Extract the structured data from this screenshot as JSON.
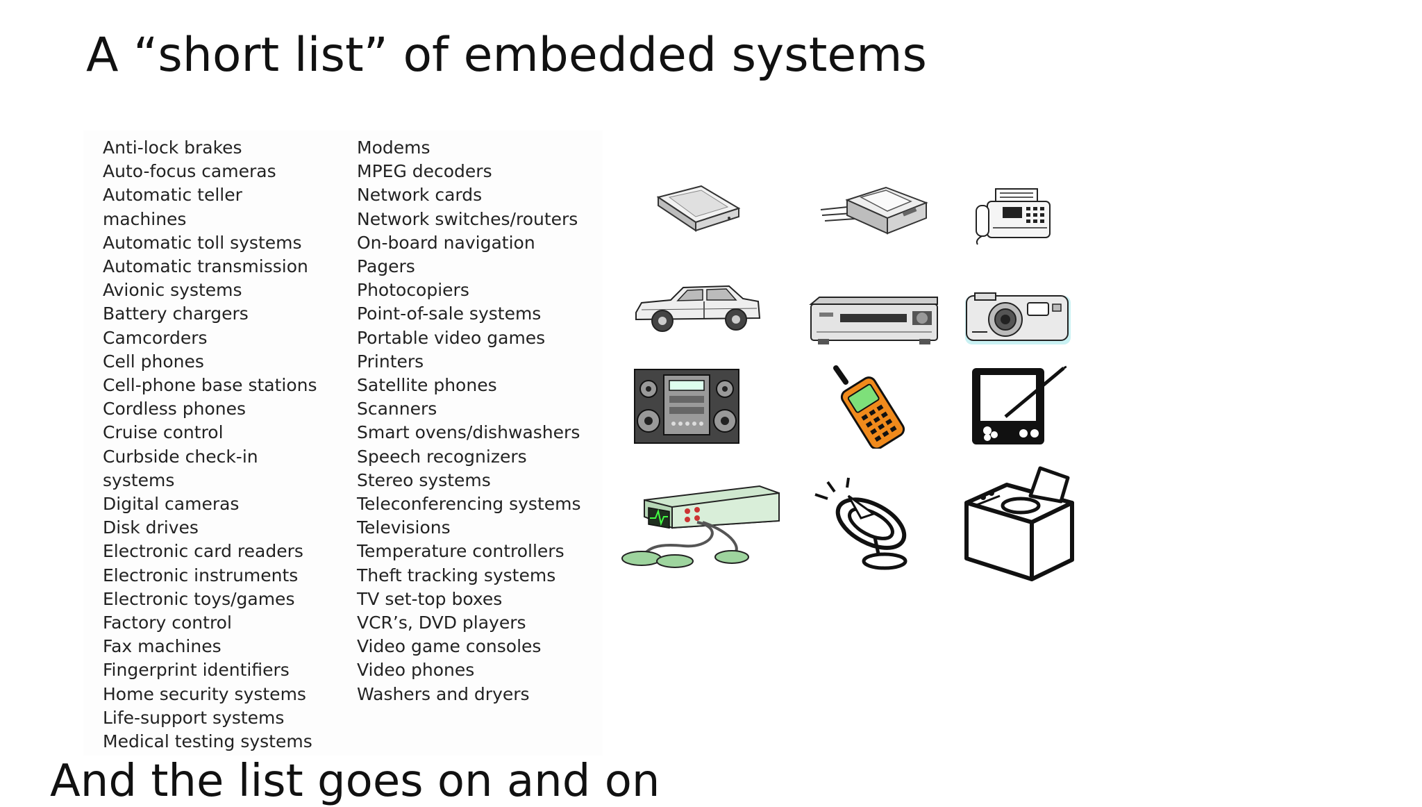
{
  "slide": {
    "title": "A “short list” of embedded systems",
    "footer": "And the list goes on and on"
  },
  "list_left": [
    "Anti-lock brakes",
    "Auto-focus cameras",
    "Automatic teller",
    "machines",
    "Automatic toll systems",
    "Automatic transmission",
    "Avionic systems",
    "Battery chargers",
    "Camcorders",
    "Cell phones",
    "Cell-phone base stations",
    "Cordless phones",
    "Cruise control",
    "Curbside check-in",
    "systems",
    "Digital cameras",
    "Disk drives",
    "Electronic card readers",
    "Electronic instruments",
    "Electronic toys/games",
    "Factory control",
    "Fax machines",
    "Fingerprint identifiers",
    "Home security systems",
    "Life-support systems",
    "Medical testing systems"
  ],
  "list_right": [
    "Modems",
    "MPEG decoders",
    "Network cards",
    "Network switches/routers",
    "On-board navigation",
    "Pagers",
    "Photocopiers",
    "Point-of-sale systems",
    "Portable video games",
    "Printers",
    "Satellite phones",
    "Scanners",
    "Smart ovens/dishwashers",
    "Speech recognizers",
    "Stereo systems",
    "Teleconferencing systems",
    "Televisions",
    "Temperature controllers",
    "Theft tracking systems",
    "TV set-top boxes",
    "VCR’s, DVD players",
    "Video game consoles",
    "Video phones",
    "Washers and dryers"
  ],
  "icons": [
    "scanner-icon",
    "printer-icon",
    "fax-machine-icon",
    "car-icon",
    "vcr-icon",
    "camera-icon",
    "stereo-icon",
    "cell-phone-icon",
    "pda-icon",
    "medical-monitor-icon",
    "satellite-dish-icon",
    "washing-machine-icon"
  ]
}
